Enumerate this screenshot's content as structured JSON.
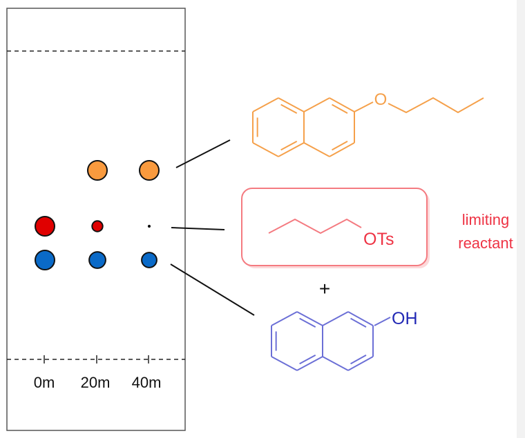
{
  "plate": {
    "lanes": [
      "0m",
      "20m",
      "40m"
    ],
    "spots": [
      {
        "lane": 1,
        "compound": "product",
        "amount": 1.0
      },
      {
        "lane": 2,
        "compound": "product",
        "amount": 1.0
      },
      {
        "lane": 0,
        "compound": "tosylate",
        "amount": 1.0
      },
      {
        "lane": 1,
        "compound": "tosylate",
        "amount": 0.55
      },
      {
        "lane": 2,
        "compound": "tosylate",
        "amount": 0.15
      },
      {
        "lane": 0,
        "compound": "naphthol",
        "amount": 1.0
      },
      {
        "lane": 1,
        "compound": "naphthol",
        "amount": 0.85
      },
      {
        "lane": 2,
        "compound": "naphthol",
        "amount": 0.78
      }
    ]
  },
  "product": {
    "atom_label": "O",
    "color": "#f5a04a"
  },
  "tosylate": {
    "label": "OTs",
    "color": "#ee3344",
    "box_color": "#f47a80",
    "note_line1": "limiting",
    "note_line2": "reactant"
  },
  "plus": "+",
  "naphthol": {
    "label": "OH",
    "color": "#6b6fd6",
    "label_color": "#2229b5"
  },
  "colors": {
    "product_spot": "#f99a3e",
    "tosylate_spot": "#e00000",
    "naphthol_spot": "#0a6ac8"
  }
}
